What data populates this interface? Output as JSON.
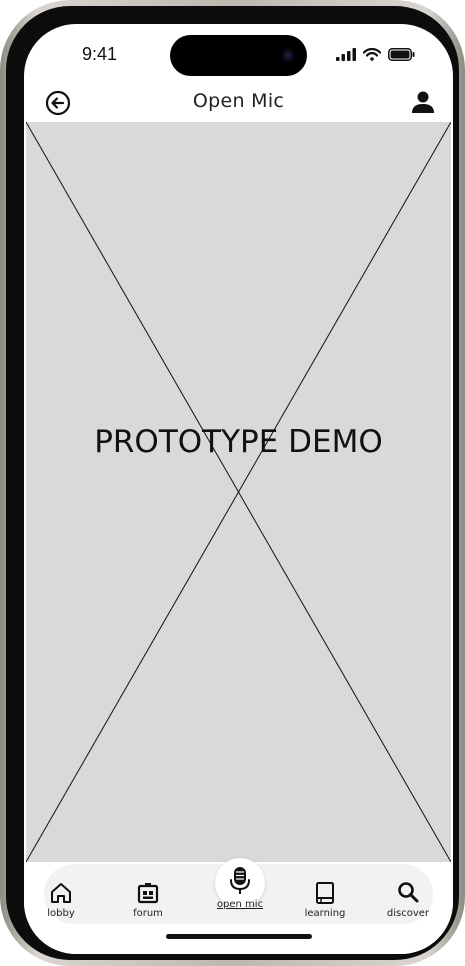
{
  "status": {
    "time": "9:41"
  },
  "header": {
    "title": "Open Mic"
  },
  "demo": {
    "label": "PROTOTYPE DEMO"
  },
  "tabs": [
    {
      "label": "lobby",
      "icon": "home-icon"
    },
    {
      "label": "forum",
      "icon": "forum-icon"
    },
    {
      "label": "open mic",
      "icon": "microphone-icon",
      "active": true
    },
    {
      "label": "learning",
      "icon": "book-icon"
    },
    {
      "label": "discover",
      "icon": "search-icon"
    }
  ],
  "colors": {
    "placeholder": "#d9d9d9",
    "frame": "#0c0c0c",
    "text": "#222222"
  }
}
